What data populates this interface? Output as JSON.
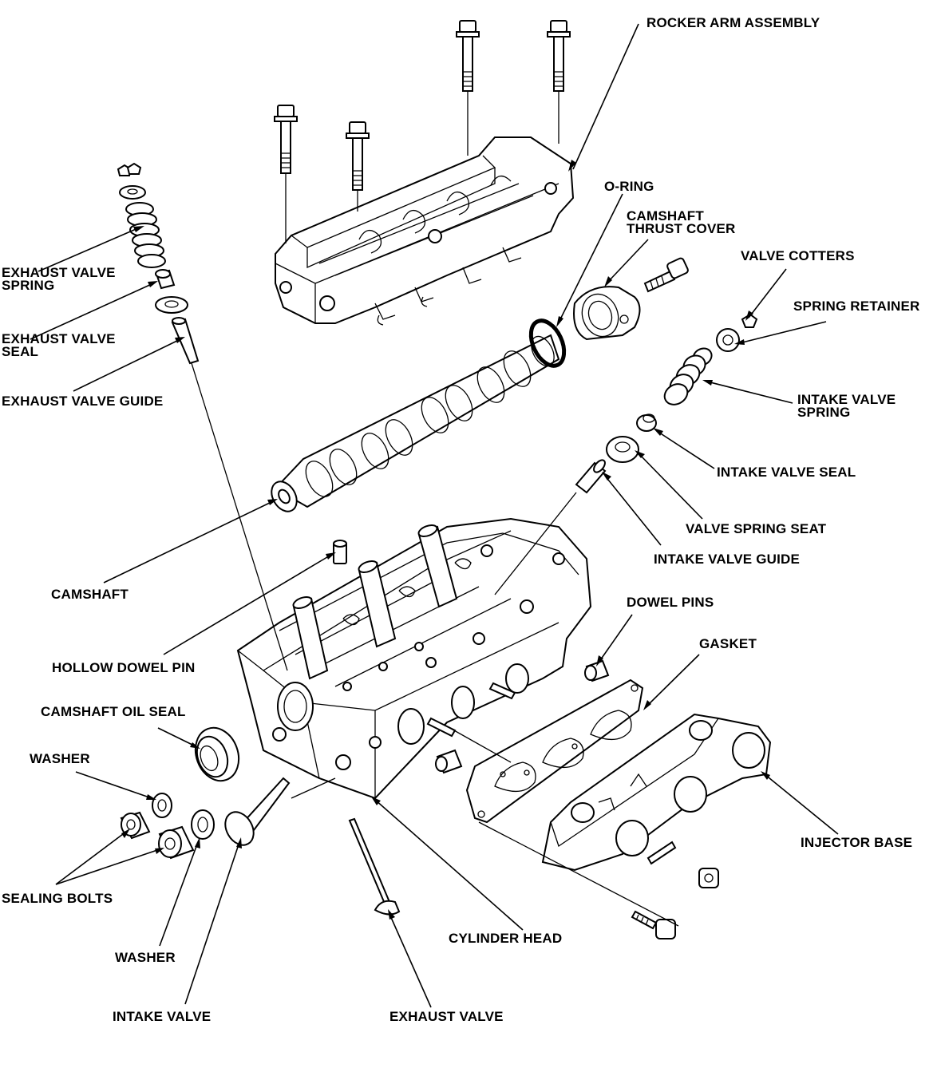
{
  "labels": {
    "rocker_arm_assembly": "ROCKER ARM ASSEMBLY",
    "o_ring": "O-RING",
    "camshaft_thrust_cover_1": "CAMSHAFT",
    "camshaft_thrust_cover_2": "THRUST COVER",
    "valve_cotters": "VALVE COTTERS",
    "spring_retainer": "SPRING RETAINER",
    "exhaust_valve_spring_1": "EXHAUST VALVE",
    "exhaust_valve_spring_2": "SPRING",
    "exhaust_valve_seal_1": "EXHAUST VALVE",
    "exhaust_valve_seal_2": "SEAL",
    "exhaust_valve_guide": "EXHAUST VALVE GUIDE",
    "intake_valve_spring_1": "INTAKE VALVE",
    "intake_valve_spring_2": "SPRING",
    "intake_valve_seal": "INTAKE VALVE SEAL",
    "valve_spring_seat": "VALVE SPRING SEAT",
    "intake_valve_guide": "INTAKE VALVE GUIDE",
    "camshaft": "CAMSHAFT",
    "dowel_pins": "DOWEL PINS",
    "gasket": "GASKET",
    "hollow_dowel_pin": "HOLLOW DOWEL PIN",
    "camshaft_oil_seal": "CAMSHAFT OIL SEAL",
    "washer_top": "WASHER",
    "injector_base": "INJECTOR BASE",
    "sealing_bolts": "SEALING BOLTS",
    "cylinder_head": "CYLINDER HEAD",
    "washer_bottom": "WASHER",
    "intake_valve": "INTAKE VALVE",
    "exhaust_valve": "EXHAUST VALVE"
  },
  "colors": {
    "line": "#000000",
    "background": "#ffffff"
  }
}
